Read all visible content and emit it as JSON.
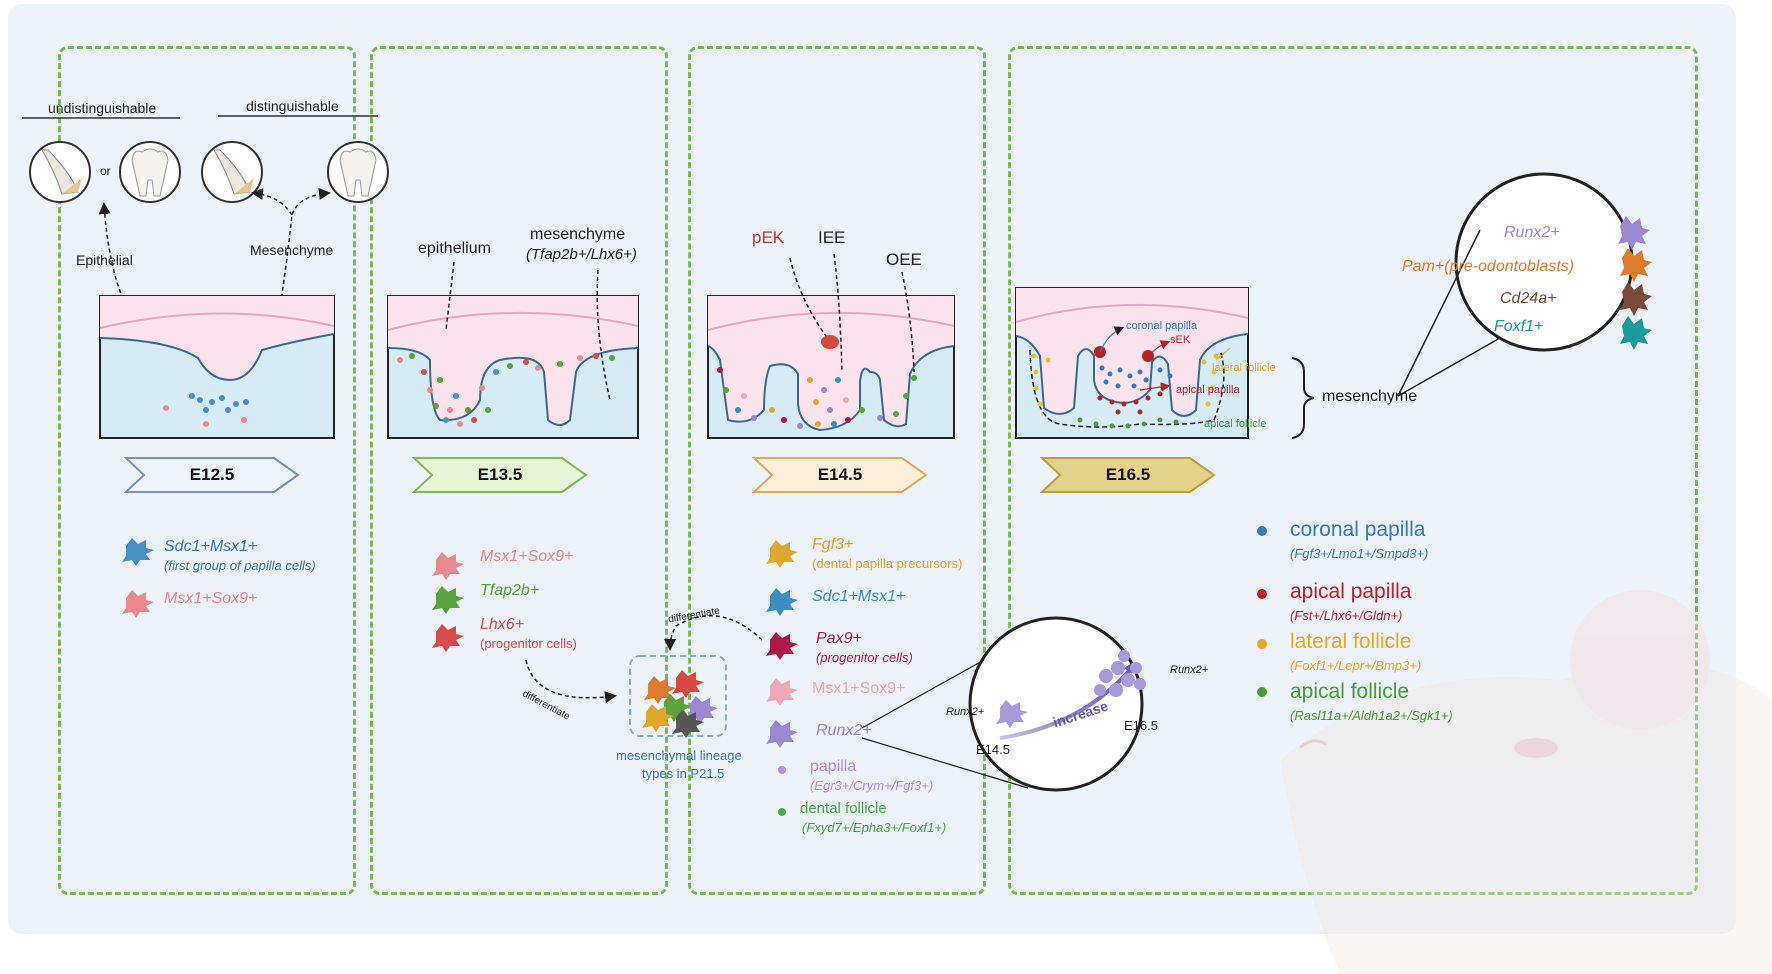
{
  "panel1": {
    "undistinguishable": "undistinguishable",
    "distinguishable": "distinguishable",
    "or": "or",
    "epithelial": "Epithelial",
    "mesenchyme": "Mesenchyme",
    "stage": "E12.5",
    "legend": [
      {
        "main": "Sdc1+Msx1+",
        "sub": "(first group of papilla cells)",
        "color": "#3a78b8"
      },
      {
        "main": "Msx1+Sox9+",
        "sub": "",
        "color": "#e88a90"
      }
    ]
  },
  "panel2": {
    "epithelium": "epithelium",
    "mesenchyme": "mesenchyme",
    "mesenchyme_markers": "(Tfap2b+/Lhx6+)",
    "stage": "E13.5",
    "legend": [
      {
        "main": "Msx1+Sox9+",
        "sub": "",
        "color": "#e88a90"
      },
      {
        "main": "Tfap2b+",
        "sub": "",
        "color": "#5aa23c"
      },
      {
        "main": "Lhx6+",
        "sub": "(progenitor cells)",
        "color": "#d94a4a"
      }
    ],
    "differentiate": "differentiate"
  },
  "panel3": {
    "pEK": "pEK",
    "IEE": "IEE",
    "OEE": "OEE",
    "stage": "E14.5",
    "differentiate": "differentiate",
    "lineage_label_1": "mesenchymal lineage",
    "lineage_label_2": "types in P21.5",
    "legend": [
      {
        "main": "Fgf3+",
        "sub": "(dental papilla precursors)",
        "color": "#e0a82a"
      },
      {
        "main": "Sdc1+Msx1+",
        "sub": "",
        "color": "#3a8fc0"
      },
      {
        "main": "Pax9+",
        "sub": "(progenitor cells)",
        "color": "#b0184a"
      },
      {
        "main": "Msx1+Sox9+",
        "sub": "",
        "color": "#f0a8b8"
      },
      {
        "main": "Runx2+",
        "sub": "",
        "color": "#9a88d0"
      }
    ],
    "papilla": "papilla",
    "papilla_markers": "(Egr3+/Crym+/Fgf3+)",
    "follicle": "dental follicle",
    "follicle_markers": "(Fxyd7+/Epha3+/Foxf1+)",
    "zoom_runx2_left": "Runx2+",
    "zoom_runx2_right": "Runx2+",
    "zoom_increase": "increase",
    "zoom_e145": "E14.5",
    "zoom_e165": "E16.5"
  },
  "panel4": {
    "coronal_papilla": "coronal papilla",
    "sEK": "sEK",
    "lateral_follicle": "lateral follicle",
    "apical_papilla": "apical papilla",
    "apical_follicle": "apical follicle",
    "mesenchyme": "mesenchyme",
    "stage": "E16.5",
    "circle": [
      {
        "text": "Runx2+",
        "color": "#9a88d0"
      },
      {
        "text": "Pam+(pre-odontoblasts)",
        "color": "#e07b2a"
      },
      {
        "text": "Cd24a+",
        "color": "#7a4a3a"
      },
      {
        "text": "Foxf1+",
        "color": "#1a9a9a"
      }
    ],
    "legend": [
      {
        "main": "coronal papilla",
        "sub": "(Fgf3+/Lmo1+/Smpd3+)",
        "color": "#3a78b8"
      },
      {
        "main": "apical papilla",
        "sub": "(Fst+/Lhx6+/Gldn+)",
        "color": "#b8202a"
      },
      {
        "main": "lateral follicle",
        "sub": "(Foxf1+/Lepr+/Bmp3+)",
        "color": "#e8a820"
      },
      {
        "main": "apical follicle",
        "sub": "(Rasl11a+/Aldh1a2+/Sgk1+)",
        "color": "#4a9a3a"
      }
    ]
  },
  "colors": {
    "border": "#7fb85a",
    "tissue_pink": "#fbe3ee",
    "tissue_blue": "#d7ebf5"
  }
}
